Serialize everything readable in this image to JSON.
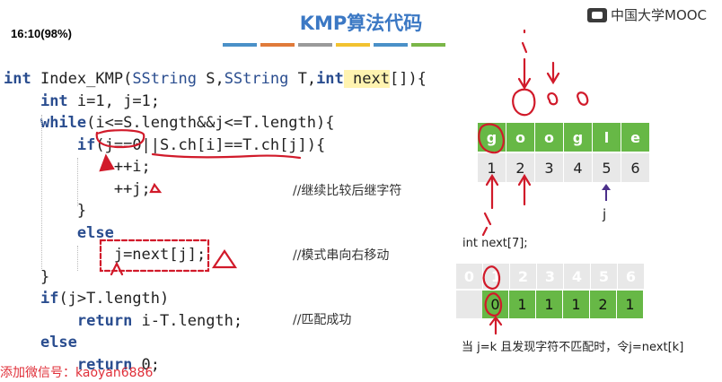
{
  "title": "KMP算法代码",
  "title_bar_colors": [
    "#4a90c8",
    "#e07a3a",
    "#9a9a9a",
    "#f2c230",
    "#4a90c8",
    "#7ab648"
  ],
  "logo": "中国大学MOOC",
  "clock": "16:10(98%)",
  "code": {
    "l1_int": "int",
    "l1_fn": " Index_KMP(",
    "l1_t1": "SString",
    "l1_s": " S,",
    "l1_t2": "SString",
    "l1_t": " T,",
    "l1_int2": "int",
    "l1_next": " next",
    "l1_end": "[]){",
    "l2_int": "int",
    "l2_rest": " i=1, j=1;",
    "l3_while": "while",
    "l3_rest": "(i<=S.length&&j<=T.length){",
    "l4_if": "if",
    "l4_rest": "(j==0||S.ch[i]==T.ch[j]){",
    "l5": "++i;",
    "l6": "++j;",
    "l7": "}",
    "l8_else": "else",
    "l9": "j=next[j];",
    "l10": "}",
    "l11_if": "if",
    "l11_rest": "(j>T.length)",
    "l12_return": "return",
    "l12_rest": " i-T.length;",
    "l13_else": "else",
    "l14_return": "return",
    "l14_rest": " 0;"
  },
  "comments": {
    "c1": "//继续比较后继字符",
    "c2": "//模式串向右移动",
    "c3": "//匹配成功"
  },
  "pattern": {
    "chars": [
      "g",
      "o",
      "o",
      "g",
      "l",
      "e"
    ],
    "indices": [
      "1",
      "2",
      "3",
      "4",
      "5",
      "6"
    ],
    "j_label": "j"
  },
  "next_table": {
    "decl": "int next[7];",
    "indices": [
      "0",
      "1",
      "2",
      "3",
      "4",
      "5",
      "6"
    ],
    "values": [
      "",
      "0",
      "1",
      "1",
      "1",
      "2",
      "1"
    ]
  },
  "note": "当 j=k 且发现字符不匹配时，令j=next[k]",
  "wechat": "添加微信号：kaoyan6886",
  "colors": {
    "accent": "#67b846",
    "ink": "#d11a2a",
    "title": "#3b78c4"
  }
}
